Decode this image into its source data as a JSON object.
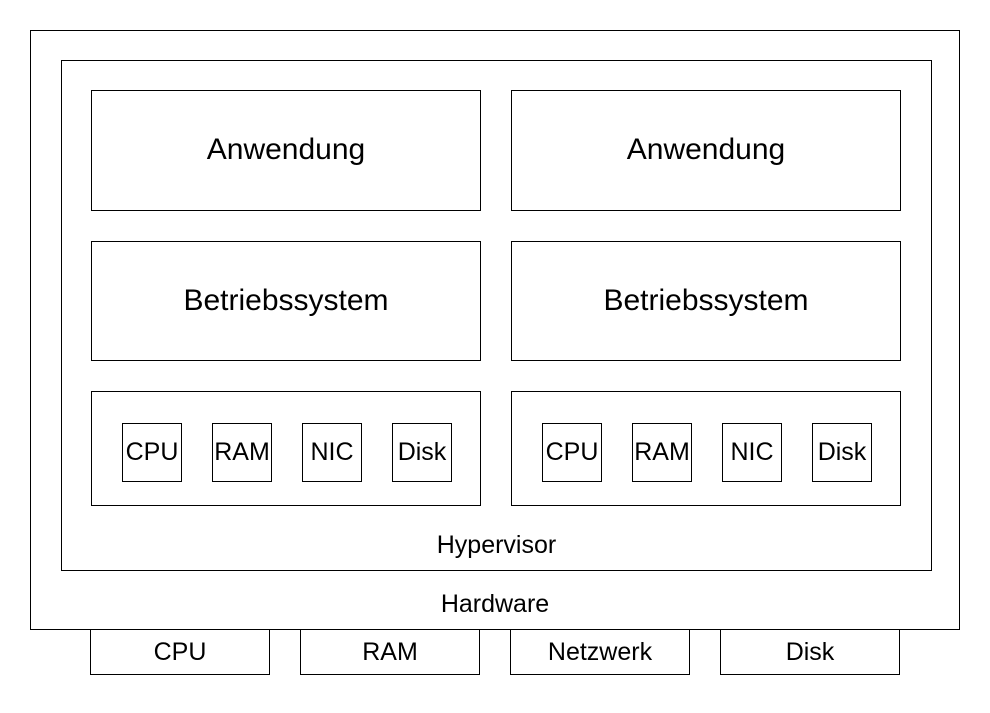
{
  "colors": {
    "background": "#ffffff",
    "border": "#000000",
    "text": "#000000"
  },
  "diagram": {
    "hardware": {
      "label": "Hardware"
    },
    "hypervisor": {
      "label": "Hypervisor"
    },
    "vms": [
      {
        "application_label": "Anwendung",
        "os_label": "Betriebssystem",
        "resources": [
          "CPU",
          "RAM",
          "NIC",
          "Disk"
        ]
      },
      {
        "application_label": "Anwendung",
        "os_label": "Betriebssystem",
        "resources": [
          "CPU",
          "RAM",
          "NIC",
          "Disk"
        ]
      }
    ],
    "physical_resources": [
      "CPU",
      "RAM",
      "Netzwerk",
      "Disk"
    ]
  }
}
